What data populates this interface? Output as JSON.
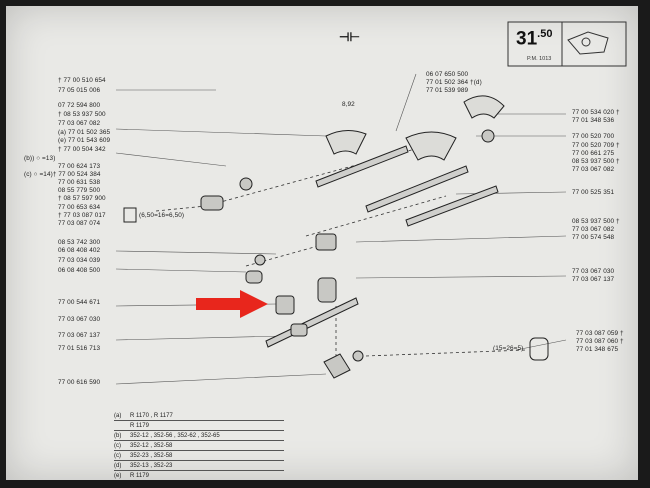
{
  "header": {
    "page_number": "31",
    "page_suffix": ".50",
    "page_ref": "P.M. 1013",
    "top_mark": "⊣⊢"
  },
  "labels_left": [
    "† 77 00 510 654",
    "77 05 015 006",
    "07 72 594 800",
    "† 08 53 937 500",
    "77 03 067 082",
    "(a) 77 01 502 365",
    "(e) 77 01 543 609",
    "† 77 00 504 342",
    "(b)) ○ =13)",
    "77 00 624 173",
    "(c) ○ =14)† 77 00 524 384",
    "77 00 631 538",
    "08 55 779 500",
    "† 08 57 597 900",
    "77 00 653 634",
    "† 77 03 087 017",
    "77 03 087 074",
    "08 53 742 300",
    "06 08 408 402",
    "77 03 034 039",
    "06 08 408 500",
    "77 00 544 671",
    "77 03 067 030",
    "77 03 067 137",
    "77 01 516 713",
    "77 00 616 590"
  ],
  "labels_right": [
    "06 07 650 500",
    "77 01 502 364 †(d)",
    "77 01 539 989",
    "77 00 534 020 †",
    "77 01 348 536",
    "77 00 520 700",
    "77 00 520 709 †",
    "77 00 661 275",
    "08 53 937 500 †",
    "77 03 067 082",
    "77 00 525 351",
    "08 53 937 500 †",
    "77 03 067 082",
    "77 00 574 548",
    "77 03 067 030",
    "77 03 067 137",
    "77 03 087 059 †",
    "77 03 087 060 †",
    "77 01 348 675"
  ],
  "inline_notes": {
    "dim_left": "(6,50=16=6,50)",
    "dim_right": "(15=26=5)",
    "dim_top": "8,92"
  },
  "legend": [
    {
      "k": "(a)",
      "t": "R 1170 , R 1177"
    },
    {
      "k": "",
      "t": "R 1179"
    },
    {
      "k": "(b)",
      "t": "352-12 ,   352-56 ,   352-62 ,   352-65"
    },
    {
      "k": "(c)",
      "t": "352-12 ,   352-58"
    },
    {
      "k": "(c)",
      "t": "352-23 ,   352-58"
    },
    {
      "k": "(d)",
      "t": "352-13 ,   352-23"
    },
    {
      "k": "(e)",
      "t": "R 1179"
    }
  ],
  "colors": {
    "arrow": "#e8261c",
    "paper": "#e9e9e6",
    "ink": "#222222"
  }
}
